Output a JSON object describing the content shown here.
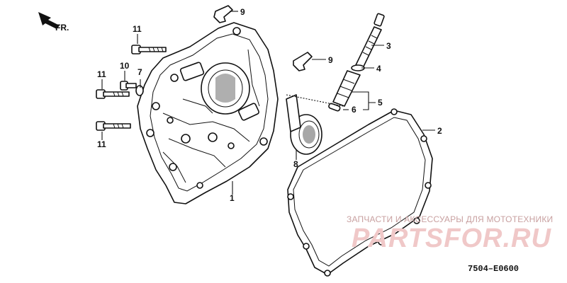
{
  "direction_label": "FR.",
  "callouts": [
    {
      "id": "1",
      "label": "1"
    },
    {
      "id": "2",
      "label": "2"
    },
    {
      "id": "3",
      "label": "3"
    },
    {
      "id": "4",
      "label": "4"
    },
    {
      "id": "5",
      "label": "5"
    },
    {
      "id": "6",
      "label": "6"
    },
    {
      "id": "7",
      "label": "7"
    },
    {
      "id": "8",
      "label": "8"
    },
    {
      "id": "9a",
      "label": "9"
    },
    {
      "id": "9b",
      "label": "9"
    },
    {
      "id": "10",
      "label": "10"
    },
    {
      "id": "11a",
      "label": "11"
    },
    {
      "id": "11b",
      "label": "11"
    },
    {
      "id": "11c",
      "label": "11"
    }
  ],
  "watermark": {
    "caption": "ЗАПЧАСТИ И АКСЕССУАРЫ ДЛЯ МОТОТЕХНИКИ",
    "logo": "PARTSFOR.RU",
    "color": "#e8b4b4"
  },
  "diagram_code": "7504–E0600"
}
